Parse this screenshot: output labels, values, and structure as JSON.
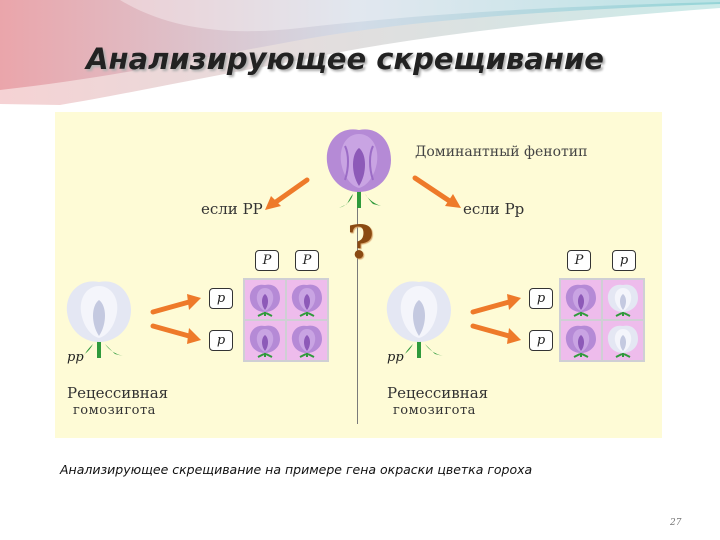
{
  "title": "Анализирующее скрещивание",
  "diagram": {
    "dominant_label": "Доминантный фенотип",
    "if_left": "если PP",
    "if_right": "если Pp",
    "question_mark": "?",
    "left": {
      "top_alleles": [
        "P",
        "P"
      ],
      "side_alleles": [
        "p",
        "p"
      ],
      "genotype": "pp",
      "phenotype_line1": "Рецессивная",
      "phenotype_line2": "гомозигота",
      "offspring_colors": [
        "purple",
        "purple",
        "purple",
        "purple"
      ]
    },
    "right": {
      "top_alleles": [
        "P",
        "p"
      ],
      "side_alleles": [
        "p",
        "p"
      ],
      "genotype": "pp",
      "phenotype_line1": "Рецессивная",
      "phenotype_line2": "гомозигота",
      "offspring_colors": [
        "purple",
        "white",
        "purple",
        "white"
      ]
    },
    "colors": {
      "purple_flower": "#b58ad6",
      "white_flower": "#e4e7f3",
      "arrow": "#ee7a2a",
      "cell_bg": "#eebcec",
      "panel_bg": "#fefbd6"
    },
    "caption": "Анализирующее скрещивание на примере гена окраски цветка гороха"
  },
  "page_number": "27"
}
